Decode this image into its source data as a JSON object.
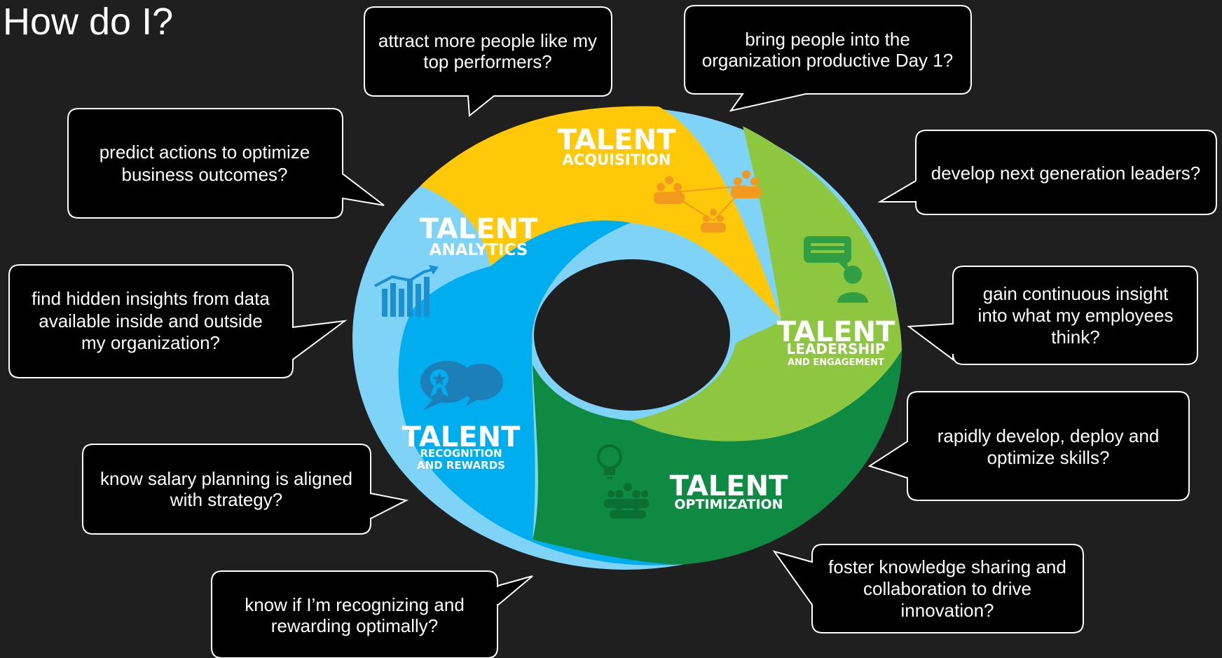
{
  "title": "How do I?",
  "segments": [
    {
      "id": "acquisition",
      "title": "TALENT",
      "subtitle": "ACQUISITION",
      "subtitle2": "",
      "color": "#ffc90a"
    },
    {
      "id": "leadership",
      "title": "TALENT",
      "subtitle": "LEADERSHIP",
      "subtitle2": "AND ENGAGEMENT",
      "color": "#8dc63f"
    },
    {
      "id": "optimization",
      "title": "TALENT",
      "subtitle": "OPTIMIZATION",
      "subtitle2": "",
      "color": "#0e8a43"
    },
    {
      "id": "recognition",
      "title": "TALENT",
      "subtitle": "RECOGNITION",
      "subtitle2": "AND REWARDS",
      "color": "#00aeef"
    },
    {
      "id": "analytics",
      "title": "TALENT",
      "subtitle": "ANALYTICS",
      "subtitle2": "",
      "color": "#7fd3f7"
    }
  ],
  "bubbles": [
    {
      "id": "attract",
      "lines": [
        "attract more people like my",
        "top performers?"
      ]
    },
    {
      "id": "bring",
      "lines": [
        "bring people into the",
        "organization productive Day 1?"
      ]
    },
    {
      "id": "predict",
      "lines": [
        "predict actions to optimize",
        "business outcomes?"
      ]
    },
    {
      "id": "develop-leaders",
      "lines": [
        "develop next generation leaders?"
      ]
    },
    {
      "id": "find-insights",
      "lines": [
        "find hidden insights from data",
        "available inside and outside",
        "my organization?"
      ]
    },
    {
      "id": "gain-insight",
      "lines": [
        "gain continuous insight",
        "into what my employees",
        "think?"
      ]
    },
    {
      "id": "rapidly-develop",
      "lines": [
        "rapidly develop, deploy and",
        "optimize skills?"
      ]
    },
    {
      "id": "salary",
      "lines": [
        "know salary planning is aligned",
        "with strategy?"
      ]
    },
    {
      "id": "foster",
      "lines": [
        "foster knowledge sharing and",
        "collaboration to drive",
        "innovation?"
      ]
    },
    {
      "id": "recognizing",
      "lines": [
        "know if I’m recognizing and",
        "rewarding optimally?"
      ]
    }
  ],
  "icons": {
    "acquisition": "people-network-icon",
    "leadership": "chat-person-icon",
    "optimization": "lightbulb-people-icon",
    "recognition": "award-chat-icon",
    "analytics": "bar-chart-trend-icon"
  }
}
